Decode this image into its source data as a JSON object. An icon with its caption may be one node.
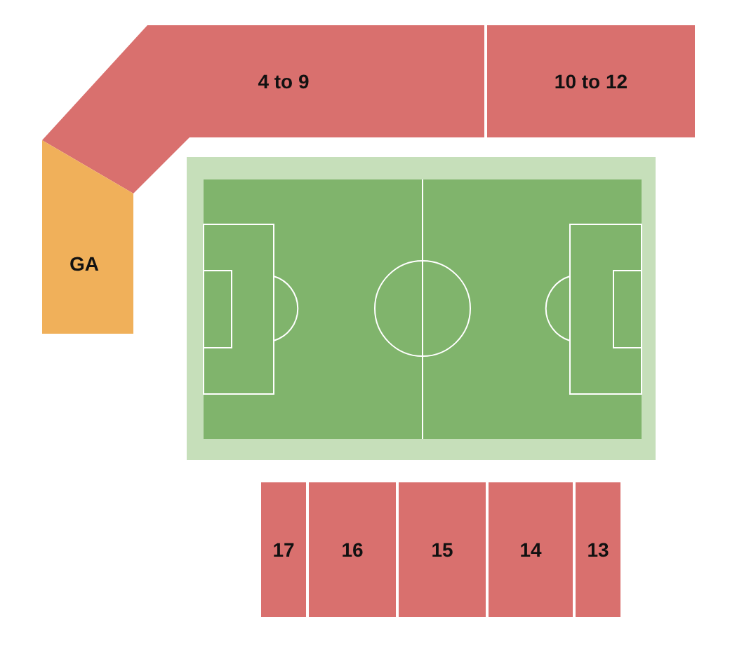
{
  "diagram": {
    "nodes": [
      {
        "text": [
          "4 to 9"
        ]
      },
      {
        "text": [
          "10 to 12"
        ]
      },
      {
        "text": [
          "GA"
        ]
      },
      {
        "text": [
          "17"
        ]
      },
      {
        "text": [
          "16"
        ]
      },
      {
        "text": [
          "15"
        ]
      },
      {
        "text": [
          "14"
        ]
      },
      {
        "text": [
          "13"
        ]
      }
    ]
  }
}
